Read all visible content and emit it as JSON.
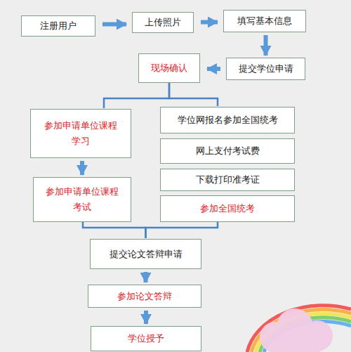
{
  "diagram": {
    "nodes": [
      {
        "text": [
          "注册用户"
        ]
      },
      {
        "text": [
          "上传照片"
        ]
      },
      {
        "text": [
          "填写基本信息"
        ]
      },
      {
        "text": [
          "提交学位申请"
        ]
      },
      {
        "text": [
          "现场确认"
        ]
      },
      {
        "text": [
          "参加申请单位课程学习"
        ]
      },
      {
        "text": [
          "参加申请单位课程考试"
        ]
      },
      {
        "text": [
          "学位网报名参加全国统考"
        ]
      },
      {
        "text": [
          "网上支付考试费"
        ]
      },
      {
        "text": [
          "下载打印准考证"
        ]
      },
      {
        "text": [
          "参加全国统考"
        ]
      },
      {
        "text": [
          "提交论文答辩申请"
        ]
      },
      {
        "text": [
          "参加论文答辩"
        ]
      },
      {
        "text": [
          "学位授予"
        ]
      }
    ],
    "edges": [
      {
        "from": 0,
        "to": 1,
        "arrow": "to"
      },
      {
        "from": 1,
        "to": 2,
        "arrow": "to"
      },
      {
        "from": 2,
        "to": 3,
        "arrow": "to"
      },
      {
        "from": 3,
        "to": 4,
        "arrow": "to"
      },
      {
        "from": 4,
        "to": 5,
        "arrow": "none"
      },
      {
        "from": 4,
        "to": 7,
        "arrow": "none"
      },
      {
        "from": 5,
        "to": 6,
        "arrow": "to"
      },
      {
        "from": 6,
        "to": 11,
        "arrow": "none"
      },
      {
        "from": 10,
        "to": 11,
        "arrow": "none"
      },
      {
        "from": 11,
        "to": 12,
        "arrow": "to"
      },
      {
        "from": 12,
        "to": 13,
        "arrow": "to"
      }
    ]
  }
}
